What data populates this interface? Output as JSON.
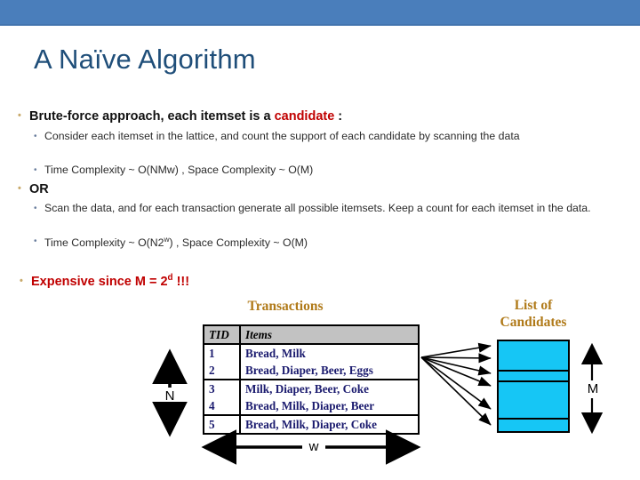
{
  "banner": {
    "color": "#4a7ebb"
  },
  "title": "A Naïve Algorithm",
  "bullets": {
    "b1_pre": "Brute-force approach, each itemset is a ",
    "b1_red": "candidate",
    "b1_post": " :",
    "s1": "Consider each itemset in the lattice, and count the support of each candidate by scanning the data",
    "s2": "Time Complexity ~ O(NMw) , Space Complexity ~ O(M)",
    "b2": "OR",
    "s3": "Scan the data, and for each transaction generate all possible itemsets. Keep a count for each itemset in the data.",
    "s4_pre": "Time Complexity ~ O(N2",
    "s4_sup": "w",
    "s4_post": ") , Space Complexity ~ O(M)",
    "b3_pre": "Expensive since M = 2",
    "b3_sup": "d",
    "b3_post": " !!!"
  },
  "diagram": {
    "transactions_heading": "Transactions",
    "candidates_heading_line1": "List of",
    "candidates_heading_line2": "Candidates",
    "table": {
      "columns": [
        "TID",
        "Items"
      ],
      "rows": [
        {
          "tid": "1",
          "items": "Bread, Milk"
        },
        {
          "tid": "2",
          "items": "Bread, Diaper, Beer, Eggs"
        },
        {
          "tid": "3",
          "items": "Milk, Diaper, Beer, Coke"
        },
        {
          "tid": "4",
          "items": "Bread, Milk, Diaper, Beer"
        },
        {
          "tid": "5",
          "items": "Bread, Milk, Diaper, Coke"
        }
      ]
    },
    "labels": {
      "rows_dim": "N",
      "width_dim": "w",
      "candidates_dim": "M"
    },
    "candidate_box_color": "#16c6f5",
    "heading_color": "#b07a19",
    "arrow_count": 6
  }
}
